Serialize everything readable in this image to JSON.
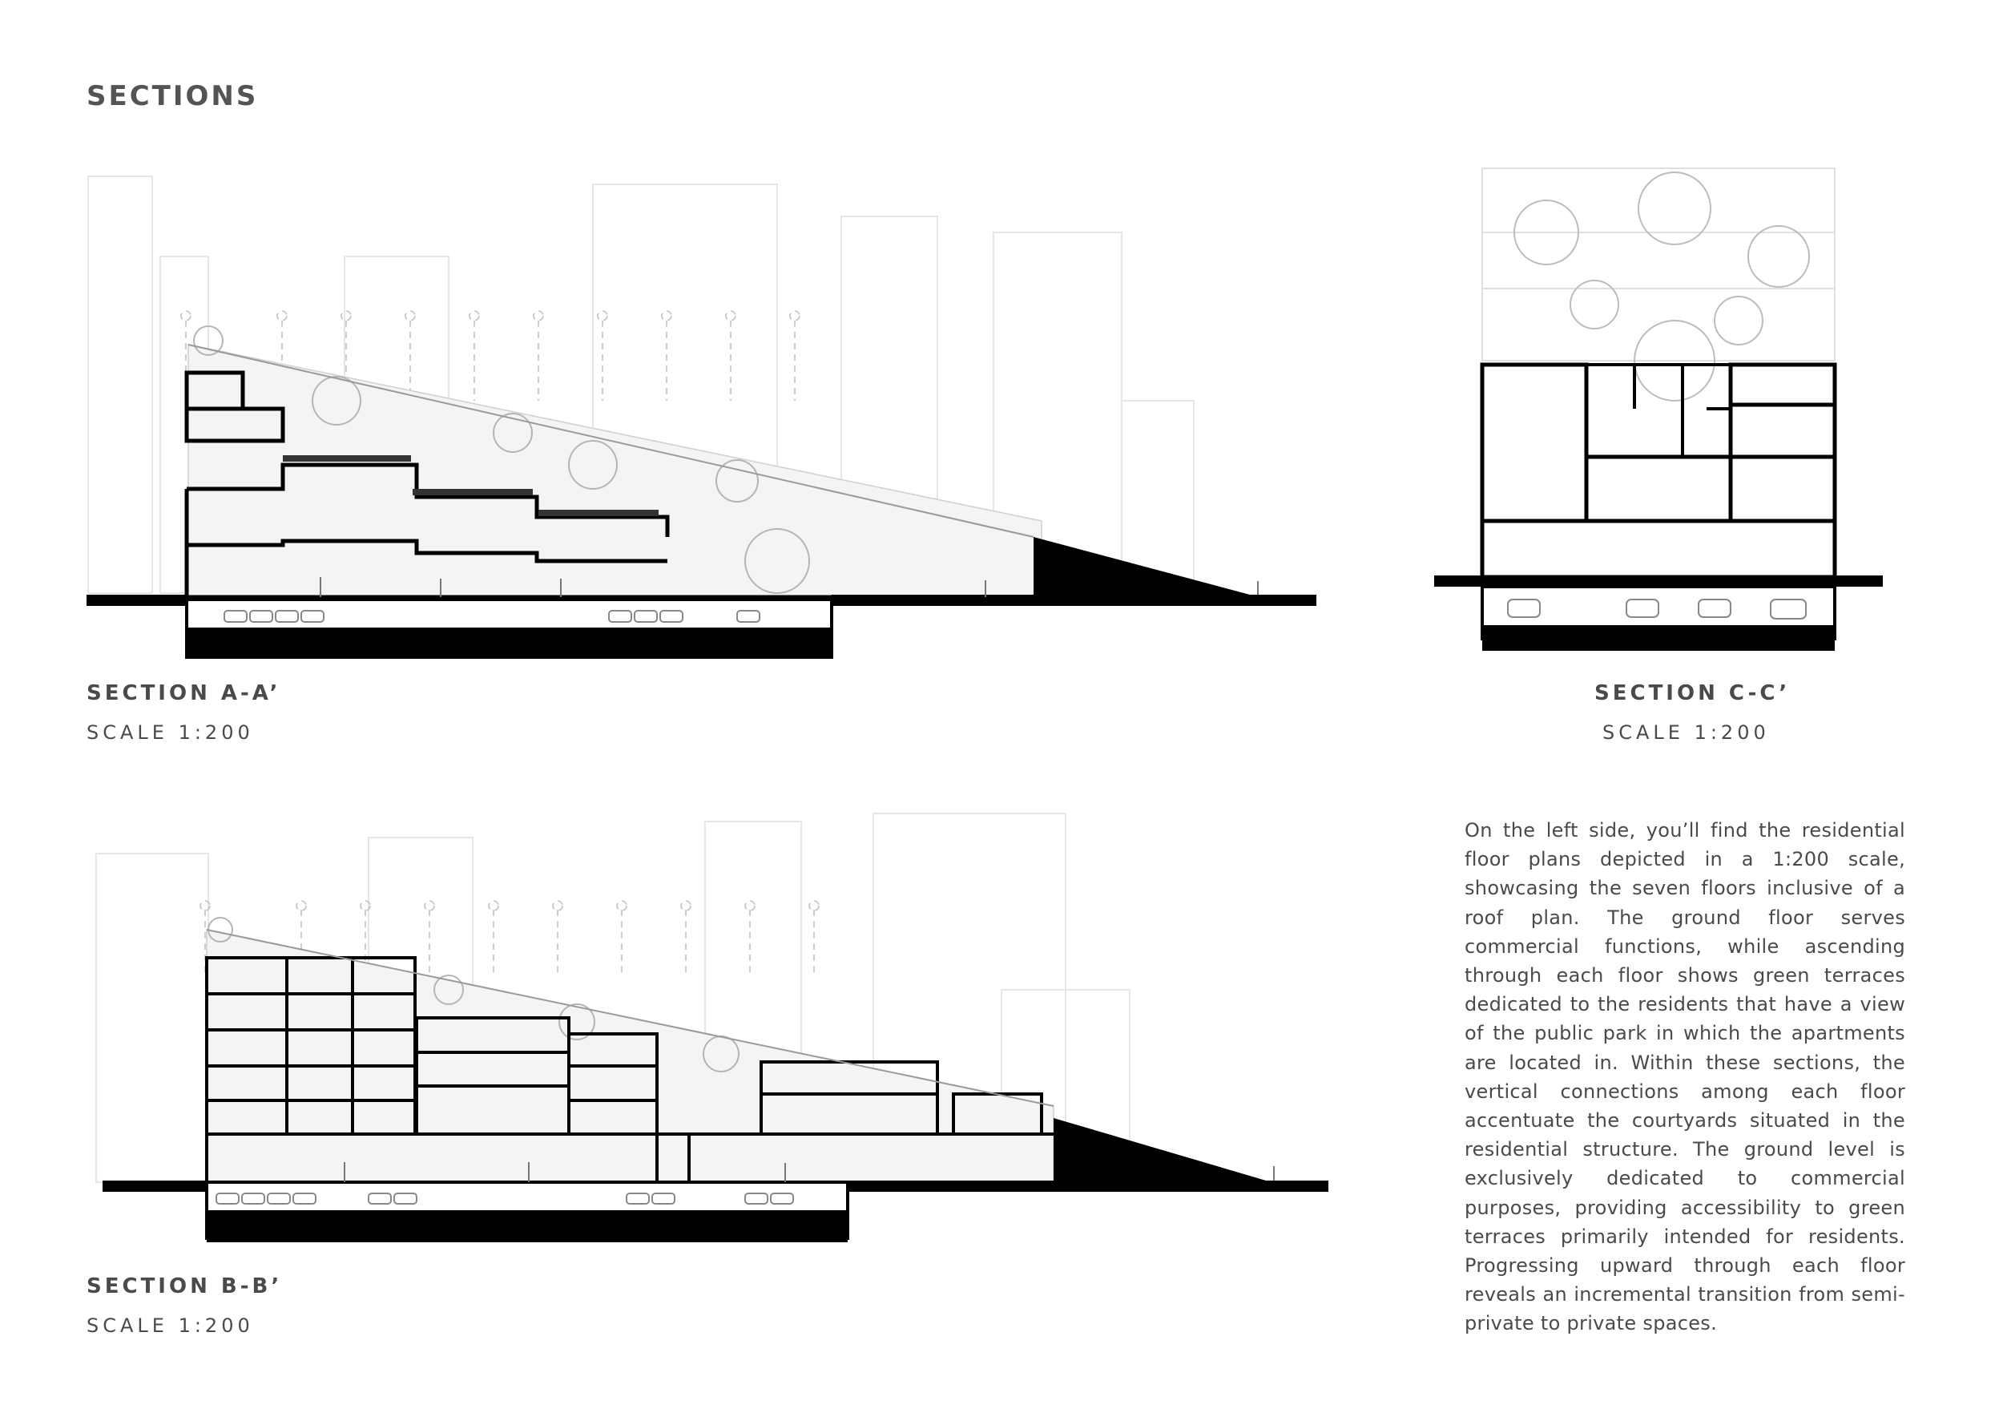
{
  "page": {
    "title": "SECTIONS"
  },
  "sections": {
    "aa": {
      "title": "SECTION A-A’",
      "scale": "SCALE 1:200"
    },
    "cc": {
      "title": "SECTION C-C’",
      "scale": "SCALE 1:200"
    },
    "bb": {
      "title": "SECTION B-B’",
      "scale": "SCALE 1:200"
    }
  },
  "description": "On the left side, you’ll find the residential floor plans depicted in a 1:200 scale, showcasing the seven floors inclusive of a roof plan. The ground floor serves commercial functions, while ascending through each floor shows green terraces dedicated to the residents that have a view of the public park in which the apartments are located in. Within these sections, the vertical connections among each floor accentuate the courtyards situated in the residential structure. The ground level is exclusively dedicated to commercial purposes, providing accessibility to green terraces primarily intended for residents. Progressing upward through each floor reveals an incremental transition from semi-private to private spaces.",
  "colors": {
    "ink": "#000000",
    "text": "#4a4a4a",
    "ghost": "#e3e3e3",
    "fill": "#f2f2f2"
  }
}
